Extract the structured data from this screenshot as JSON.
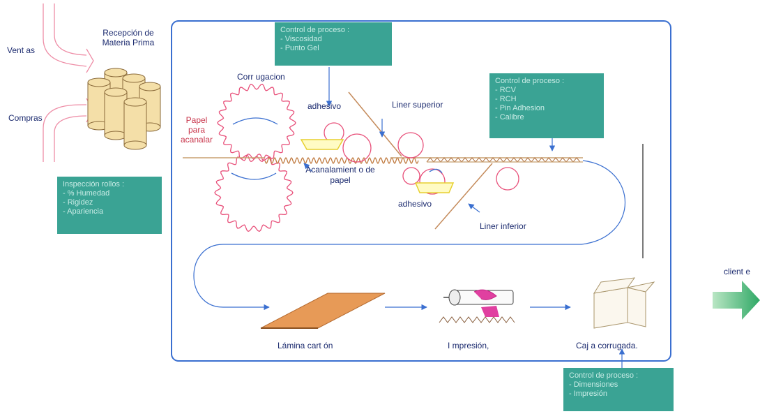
{
  "inputs": {
    "ventas": "Vent as",
    "compras": "Compras"
  },
  "reception": {
    "line1": "Recepción de",
    "line2": "Materia Prima"
  },
  "inspection": {
    "title": "Inspección rollos :",
    "items": [
      "- % Humedad",
      "- Rigidez",
      "- Apariencia"
    ]
  },
  "control_top": {
    "title": "Control de proceso :",
    "items": [
      "- Viscosidad",
      "- Punto Gel"
    ]
  },
  "control_right": {
    "title": "Control de proceso :",
    "items": [
      "- RCV",
      "- RCH",
      "- Pin Adhesion",
      "- Calibre"
    ]
  },
  "control_bottom": {
    "title": "Control de proceso :",
    "items": [
      "- Dimensiones",
      "- Impresión"
    ]
  },
  "labels": {
    "corrugacion": "Corr ugacion",
    "papel_l1": "Papel",
    "papel_l2": "para",
    "papel_l3": "acanalar",
    "adhesivo_top": "adhesivo",
    "liner_superior": "Liner superior",
    "acanalamiento_l1": "Acanalamient o de",
    "acanalamiento_l2": "papel",
    "adhesivo_bottom": "adhesivo",
    "liner_inferior": "Liner inferior",
    "lamina": "Lámina cart ón",
    "impresion": "I mpresión,",
    "caja": "Caj a corrugada.",
    "cliente": "client e"
  },
  "colors": {
    "frame": "#3a6fd0",
    "arrow_blue": "#3a6fd0",
    "gear": "#e8507a",
    "box": "#3aa394",
    "box_text": "#c9ece6",
    "cardboard": "#e79a57",
    "roll": "#f4dfa8",
    "client_arrow": "#33b06e"
  }
}
